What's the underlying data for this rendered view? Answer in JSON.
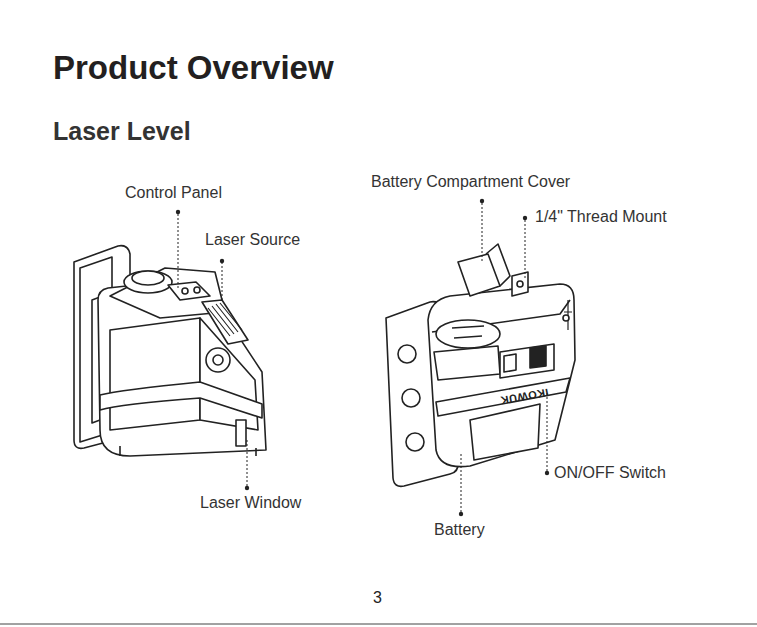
{
  "diagram": {
    "title": "Product Overview",
    "labels": [
      "Laser Level",
      "Control Panel",
      "Laser Source",
      "Battery Compartment Cover",
      "1/4\" Thread Mount",
      "Laser Window",
      "ON/OFF Switch",
      "Battery",
      "IKOWUK",
      "3"
    ]
  }
}
